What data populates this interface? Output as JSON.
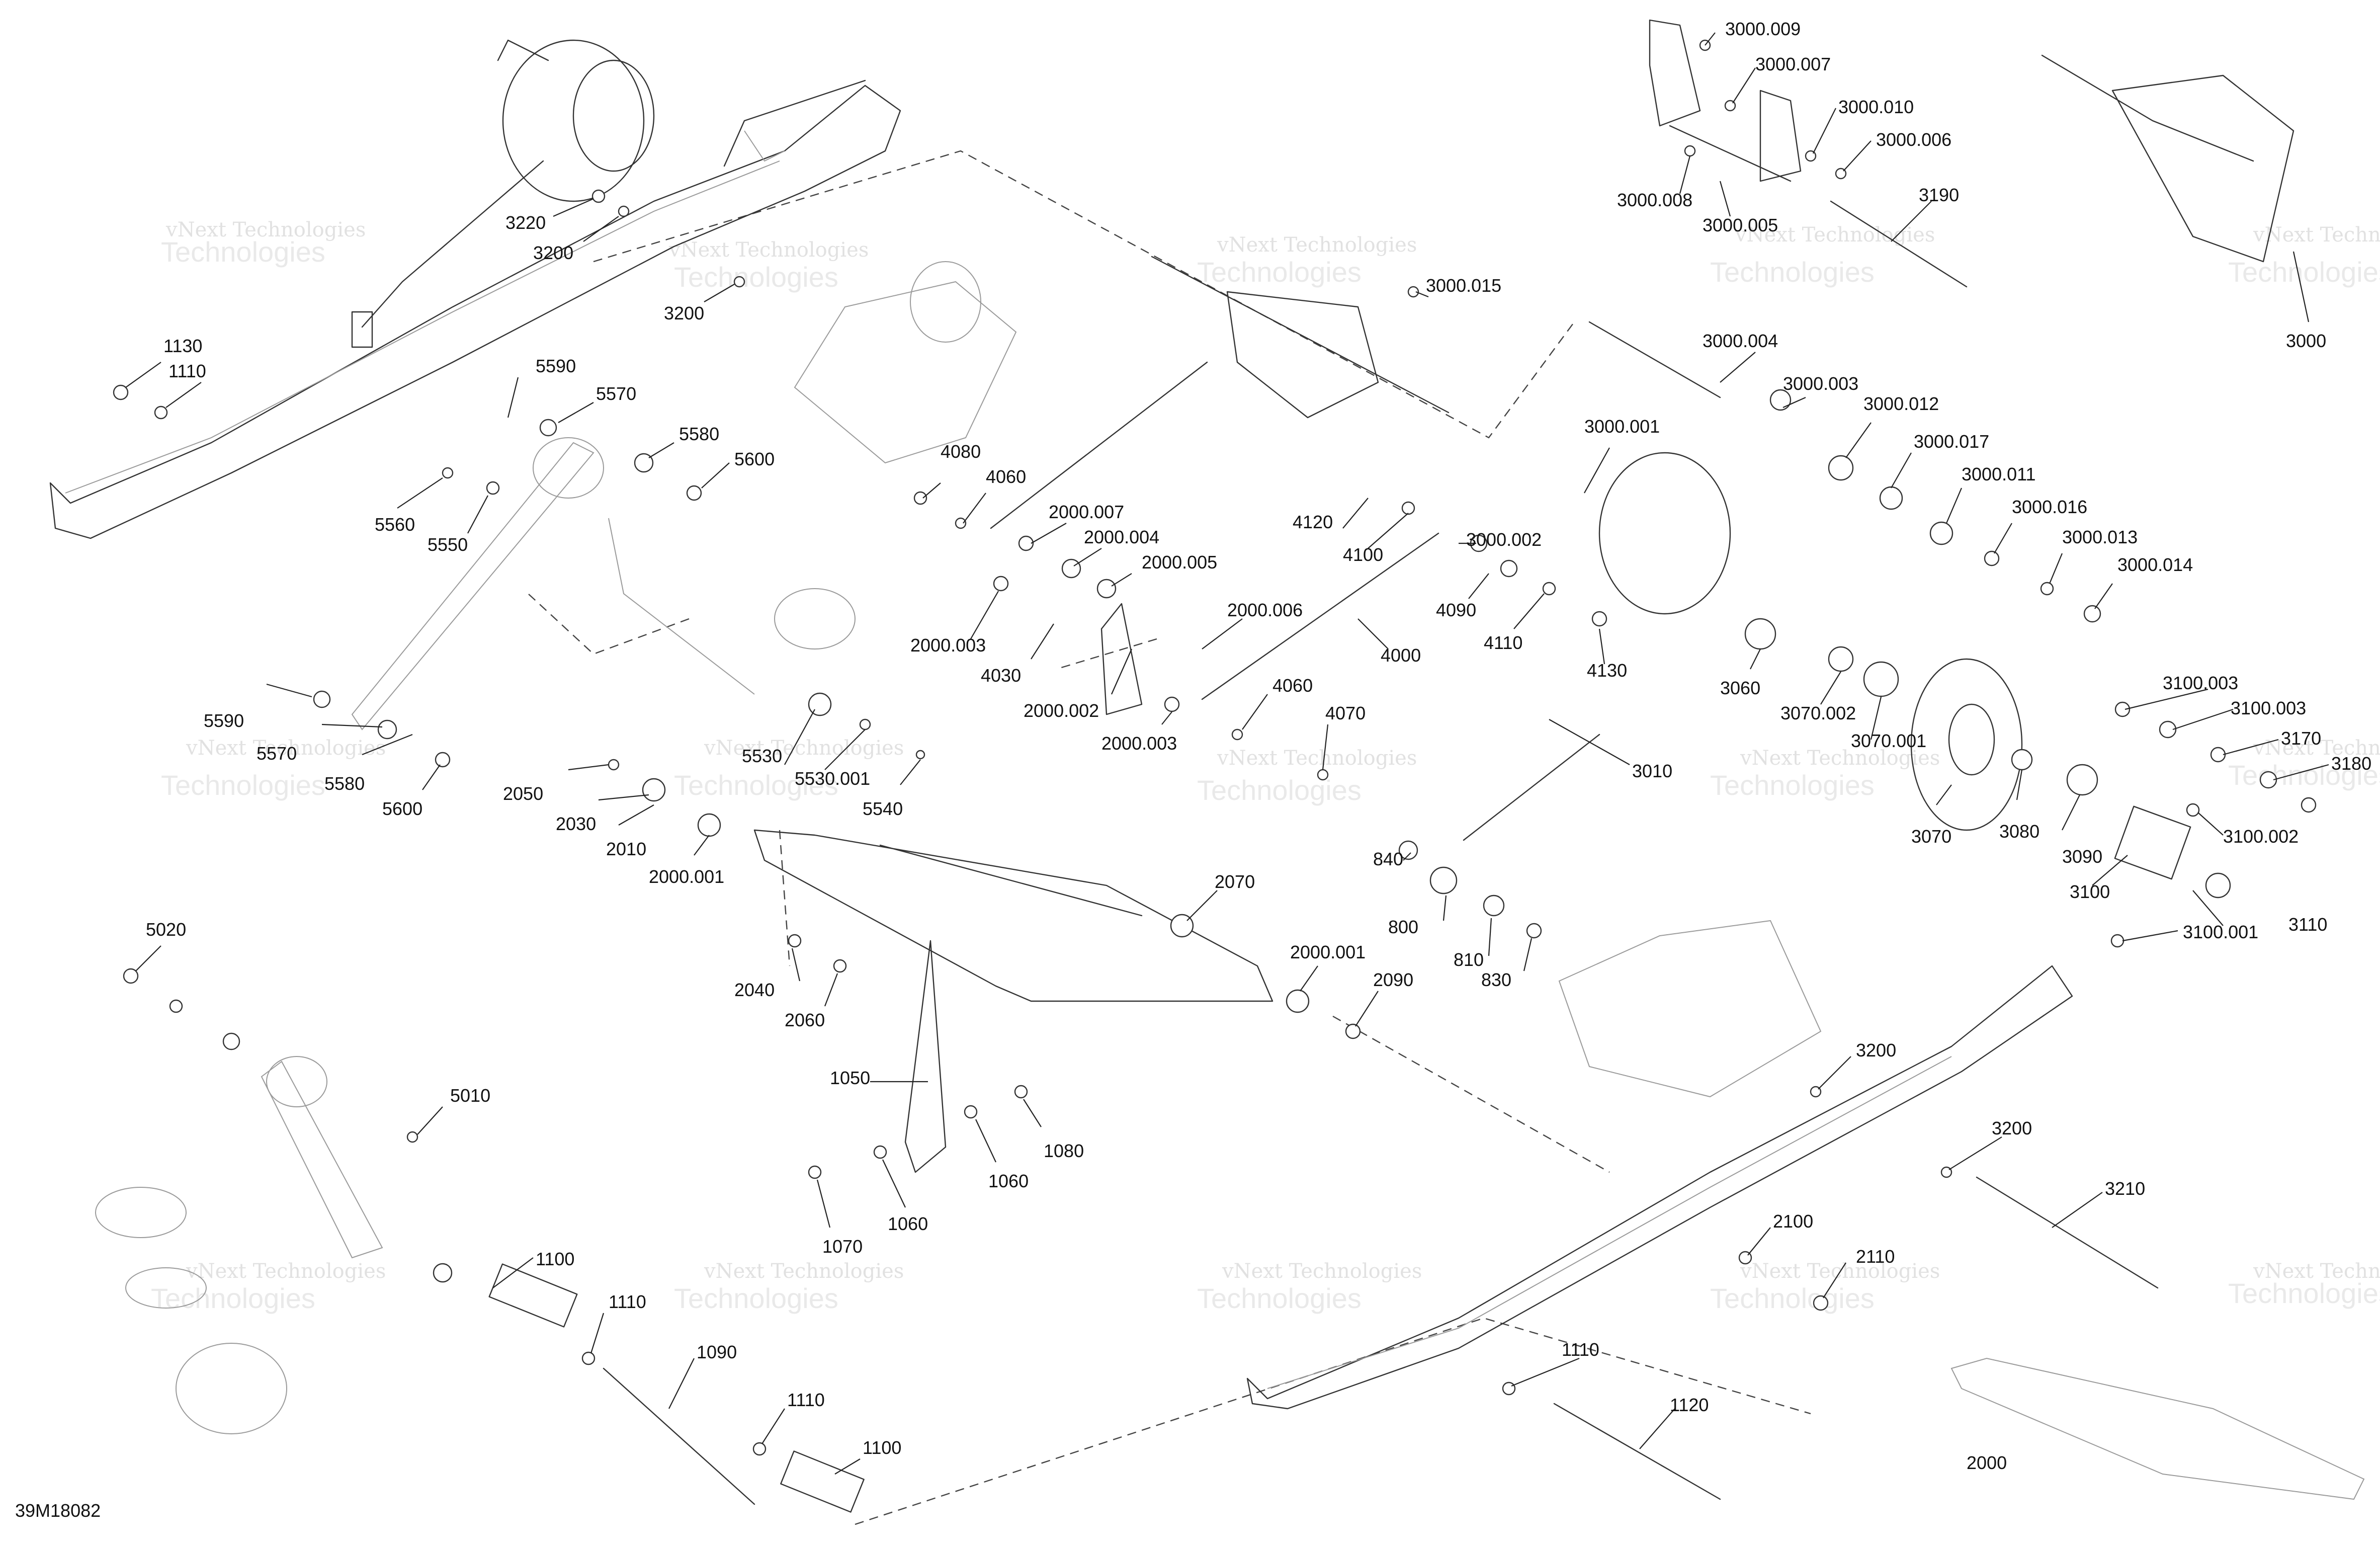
{
  "diagram": {
    "document_number": "39M18082",
    "watermark": {
      "line1": "vNext Technologies",
      "line2": "Technologies",
      "line3": "vNext"
    },
    "callouts": [
      "3220",
      "3200",
      "3200",
      "1130",
      "1110",
      "5590",
      "5570",
      "5580",
      "5600",
      "5560",
      "5550",
      "5590",
      "5570",
      "5580",
      "5600",
      "5530",
      "5530.001",
      "5540",
      "2050",
      "2030",
      "2010",
      "2000.001",
      "4080",
      "4060",
      "2000.007",
      "2000.004",
      "2000.005",
      "2000.003",
      "4030",
      "2000.002",
      "2000.003",
      "2000.006",
      "4060",
      "4070",
      "4120",
      "4100",
      "3000.002",
      "4090",
      "4110",
      "4130",
      "4000",
      "3000.015",
      "3000.001",
      "3000.004",
      "3000.003",
      "3000.012",
      "3000.017",
      "3000.011",
      "3000.016",
      "3000.013",
      "3000.014",
      "3060",
      "3070.002",
      "3070.001",
      "3070",
      "3080",
      "3090",
      "3010",
      "3000.009",
      "3000.007",
      "3000.010",
      "3000.006",
      "3000.008",
      "3000.005",
      "3190",
      "3000",
      "3100.003",
      "3100.003",
      "3170",
      "3180",
      "3100.002",
      "3100",
      "3100.001",
      "3110",
      "840",
      "800",
      "810",
      "830",
      "2070",
      "2000.001",
      "2090",
      "2040",
      "2060",
      "1050",
      "1080",
      "1060",
      "1060",
      "1070",
      "5020",
      "5010",
      "1100",
      "1110",
      "1090",
      "1110",
      "1100",
      "3200",
      "3200",
      "3210",
      "2100",
      "2110",
      "1110",
      "1120",
      "2000"
    ]
  }
}
